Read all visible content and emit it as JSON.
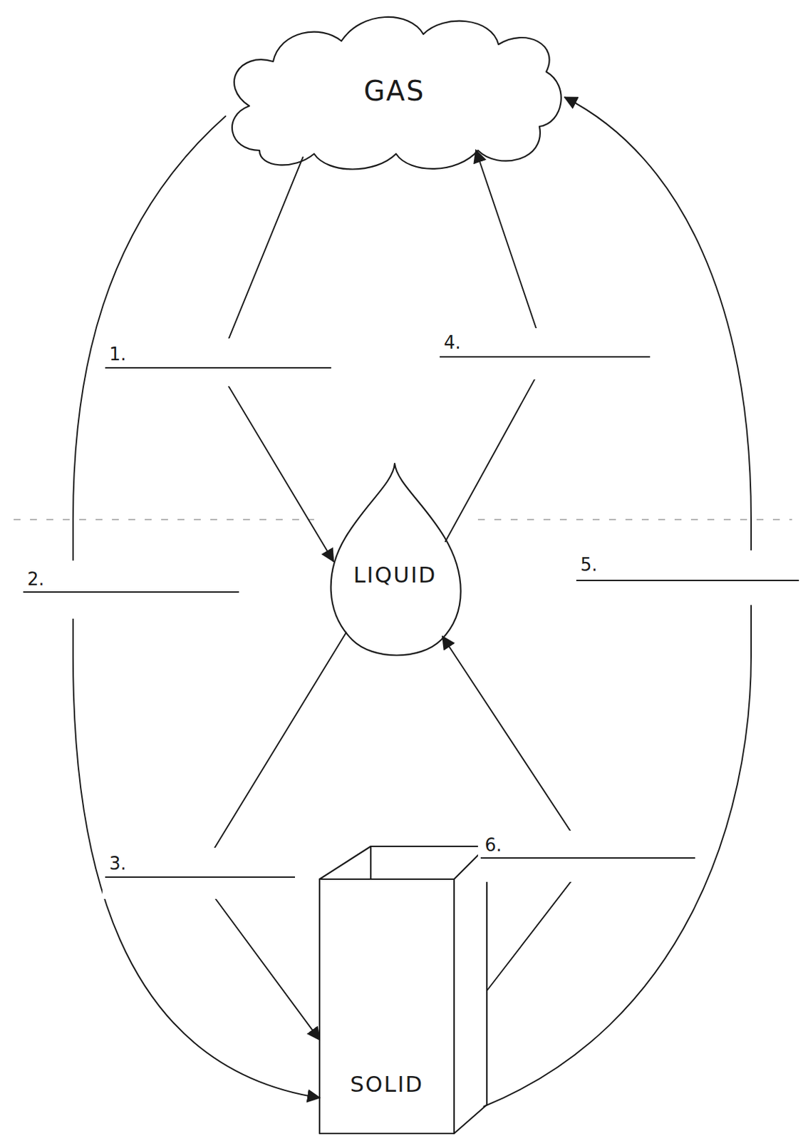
{
  "diagram": {
    "nodes": [
      {
        "text": [
          "GAS"
        ]
      },
      {
        "text": [
          "LIQUID"
        ]
      },
      {
        "text": [
          "SOLID"
        ]
      }
    ],
    "edges": [
      {
        "from": 0,
        "to": 1,
        "arrow": "to",
        "label": "1."
      },
      {
        "from": 0,
        "to": 2,
        "arrow": "to",
        "label": "2."
      },
      {
        "from": 1,
        "to": 2,
        "arrow": "to",
        "label": "3."
      },
      {
        "from": 1,
        "to": 0,
        "arrow": "to",
        "label": "4."
      },
      {
        "from": 2,
        "to": 0,
        "arrow": "to",
        "label": "5."
      },
      {
        "from": 2,
        "to": 1,
        "arrow": "to",
        "label": "6."
      }
    ]
  }
}
